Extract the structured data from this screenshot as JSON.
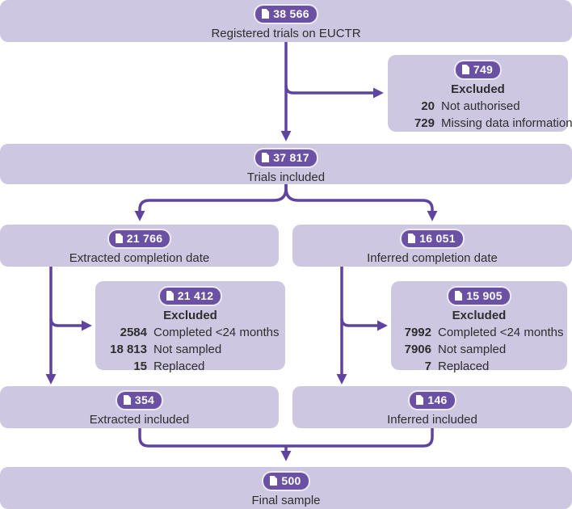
{
  "colors": {
    "box_fill": "#cdc7e2",
    "badge_fill": "#6b51a4",
    "badge_text": "#ffffff",
    "arrow": "#5e43a1",
    "text": "#2e2e2e"
  },
  "nodes": {
    "registered": {
      "count": "38 566",
      "label": "Registered trials on EUCTR"
    },
    "excluded_registered": {
      "count": "749",
      "title": "Excluded",
      "rows": [
        {
          "value": "20",
          "label": "Not authorised"
        },
        {
          "value": "729",
          "label": "Missing data information"
        }
      ]
    },
    "included": {
      "count": "37 817",
      "label": "Trials included"
    },
    "extracted": {
      "count": "21 766",
      "label": "Extracted completion date"
    },
    "inferred": {
      "count": "16 051",
      "label": "Inferred completion date"
    },
    "excluded_extracted": {
      "count": "21 412",
      "title": "Excluded",
      "rows": [
        {
          "value": "2584",
          "label": "Completed <24 months"
        },
        {
          "value": "18 813",
          "label": "Not sampled"
        },
        {
          "value": "15",
          "label": "Replaced"
        }
      ]
    },
    "excluded_inferred": {
      "count": "15 905",
      "title": "Excluded",
      "rows": [
        {
          "value": "7992",
          "label": "Completed <24 months"
        },
        {
          "value": "7906",
          "label": "Not sampled"
        },
        {
          "value": "7",
          "label": "Replaced"
        }
      ]
    },
    "extracted_included": {
      "count": "354",
      "label": "Extracted included"
    },
    "inferred_included": {
      "count": "146",
      "label": "Inferred included"
    },
    "final": {
      "count": "500",
      "label": "Final sample"
    }
  }
}
